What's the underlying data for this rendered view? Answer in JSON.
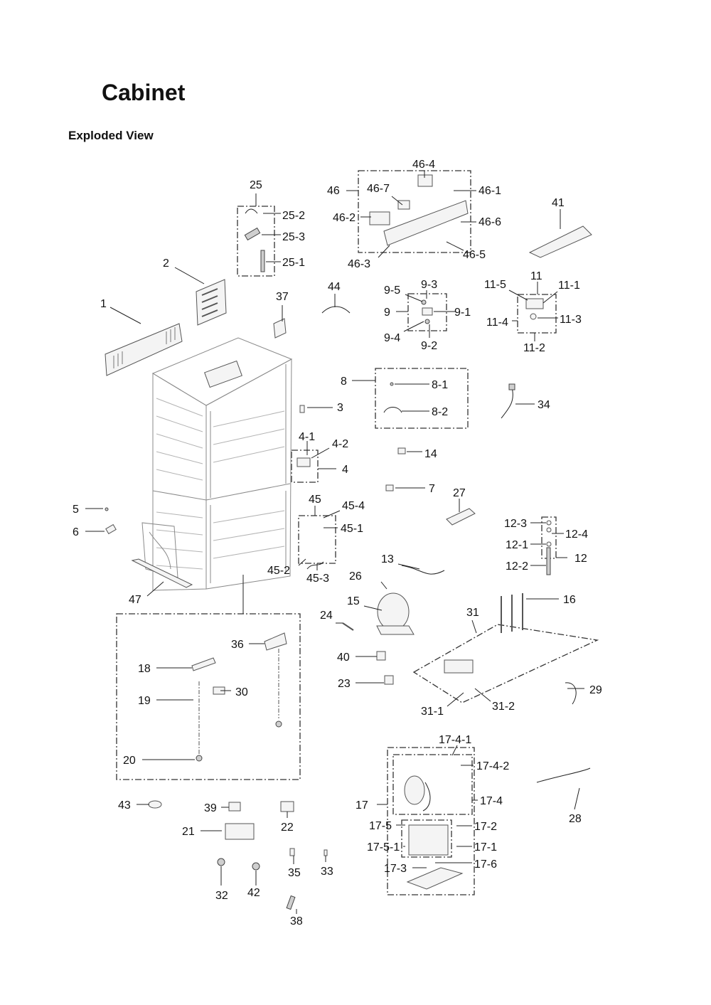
{
  "title": "Cabinet",
  "subtitle": "Exploded View",
  "callouts": {
    "c1": "1",
    "c2": "2",
    "c3": "3",
    "c4": "4",
    "c4_1": "4-1",
    "c4_2": "4-2",
    "c5": "5",
    "c6": "6",
    "c7": "7",
    "c8": "8",
    "c8_1": "8-1",
    "c8_2": "8-2",
    "c9": "9",
    "c9_1": "9-1",
    "c9_2": "9-2",
    "c9_3": "9-3",
    "c9_4": "9-4",
    "c9_5": "9-5",
    "c11": "11",
    "c11_1": "11-1",
    "c11_2": "11-2",
    "c11_3": "11-3",
    "c11_4": "11-4",
    "c11_5": "11-5",
    "c12": "12",
    "c12_1": "12-1",
    "c12_2": "12-2",
    "c12_3": "12-3",
    "c12_4": "12-4",
    "c13": "13",
    "c14": "14",
    "c15": "15",
    "c16": "16",
    "c17": "17",
    "c17_1": "17-1",
    "c17_2": "17-2",
    "c17_3": "17-3",
    "c17_4": "17-4",
    "c17_4_1": "17-4-1",
    "c17_4_2": "17-4-2",
    "c17_5": "17-5",
    "c17_5_1": "17-5-1",
    "c17_6": "17-6",
    "c18": "18",
    "c19": "19",
    "c20": "20",
    "c21": "21",
    "c22": "22",
    "c23": "23",
    "c24": "24",
    "c25": "25",
    "c25_1": "25-1",
    "c25_2": "25-2",
    "c25_3": "25-3",
    "c26": "26",
    "c27": "27",
    "c28": "28",
    "c29": "29",
    "c30": "30",
    "c31": "31",
    "c31_1": "31-1",
    "c31_2": "31-2",
    "c32": "32",
    "c33": "33",
    "c34": "34",
    "c35": "35",
    "c36": "36",
    "c37": "37",
    "c38": "38",
    "c39": "39",
    "c40": "40",
    "c41": "41",
    "c42": "42",
    "c43": "43",
    "c44": "44",
    "c45": "45",
    "c45_1": "45-1",
    "c45_2": "45-2",
    "c45_3": "45-3",
    "c45_4": "45-4",
    "c46": "46",
    "c46_1": "46-1",
    "c46_2": "46-2",
    "c46_3": "46-3",
    "c46_4": "46-4",
    "c46_5": "46-5",
    "c46_6": "46-6",
    "c46_7": "46-7",
    "c47": "47"
  }
}
